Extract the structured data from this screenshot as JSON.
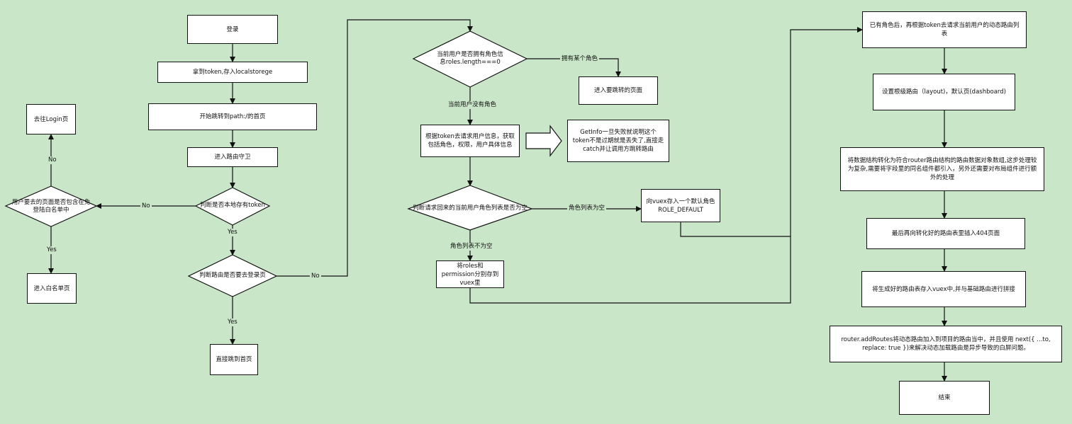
{
  "nodes": {
    "login": "登录",
    "get_token": "拿到token,存入localstorege",
    "jump_home": "开始跳转到path:/的首页",
    "route_guard": "进入路由守卫",
    "has_token": "判断是否本地存有token",
    "is_login_page": "判断路由是否要去登录页",
    "direct_home": "直接跳到首页",
    "goto_login": "去往Login页",
    "in_whitelist": "用户要去的页面是否包含在免登陆白名单中",
    "enter_whitelist": "进入白名单页",
    "has_roles": "当前用户是否拥有角色信息roles.length===0",
    "enter_target": "进入要跳转的页面",
    "request_info": "根据token去请求用户信息，获取包括角色，权限，用户具体信息",
    "getinfo_fail": "GetInfo一旦失败就说明这个token不是过期就是丢失了,直接走catch并让调用方跳转路由",
    "roles_empty_check": "判断请求回来的当前用户角色列表是否为空",
    "default_role": "向vuex存入一个默认角色ROLE_DEFAULT",
    "store_roles": "将roles和permission分别存到vuex里",
    "request_dynamic": "已有角色后，再根据token去请求当前用户的动态路由列表",
    "set_root": "设置根级路由（layout)，默认页(dashboard)",
    "convert": "将数据结构转化为符合router路由结构的路由数据对象数组,这步处理较为复杂,需要将字段里的同名组件都引入，另外还需要对布局组件进行额外的处理",
    "insert_404": "最后再向转化好的路由表里插入404页面",
    "merge_routes": "将生成好的路由表存入vuex中,并与基础路由进行拼接",
    "add_routes": "router.addRoutes将动态路由加入到项目的路由当中，并且使用 next({ ...to, replace: true })来解决动态加载路由是异步导致的白屏问题。",
    "end": "结束"
  },
  "labels": {
    "no_token": "No",
    "yes_whitelist": "No",
    "yes_token": "Yes",
    "no_login_page": "No",
    "yes_login_page": "Yes",
    "whitelist_yes": "Yes",
    "has_some_role": "拥有某个角色",
    "no_role": "当前用户没有角色",
    "roles_empty": "角色列表为空",
    "roles_not_empty": "角色列表不为空"
  }
}
